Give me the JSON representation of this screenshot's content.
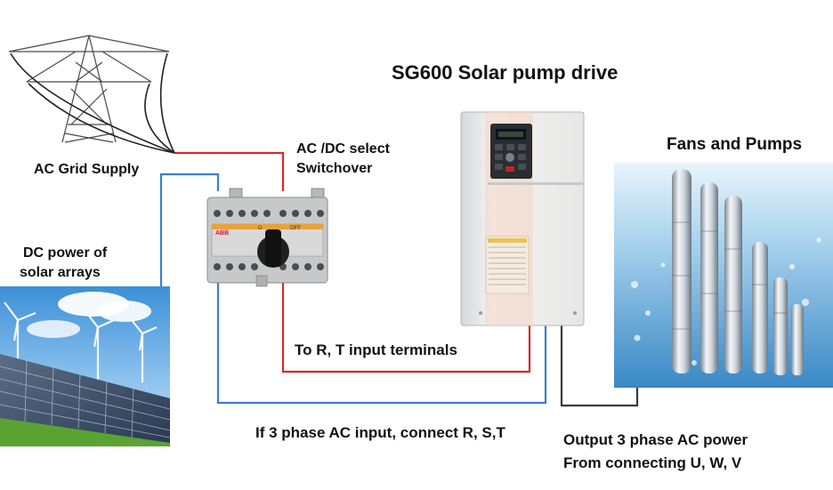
{
  "title": "SG600 Solar pump drive",
  "labels": {
    "grid": "AC Grid Supply",
    "dc_line1": "DC power of",
    "dc_line2": "solar  arrays",
    "switch_line1": "AC /DC select",
    "switch_line2": "Switchover",
    "fans": "Fans and Pumps",
    "input": "To R,  T input terminals",
    "three_phase": "If 3 phase AC input, connect  R, S,T",
    "output_line1": "Output 3 phase AC power",
    "output_line2": "From connecting U, W, V"
  },
  "switch": {
    "brand": "ABB",
    "on": "O",
    "off": "OFF"
  },
  "colors": {
    "red_wire": "#d42a2a",
    "blue_wire": "#3a7fc8",
    "dark_wire": "#3a3a3a"
  }
}
